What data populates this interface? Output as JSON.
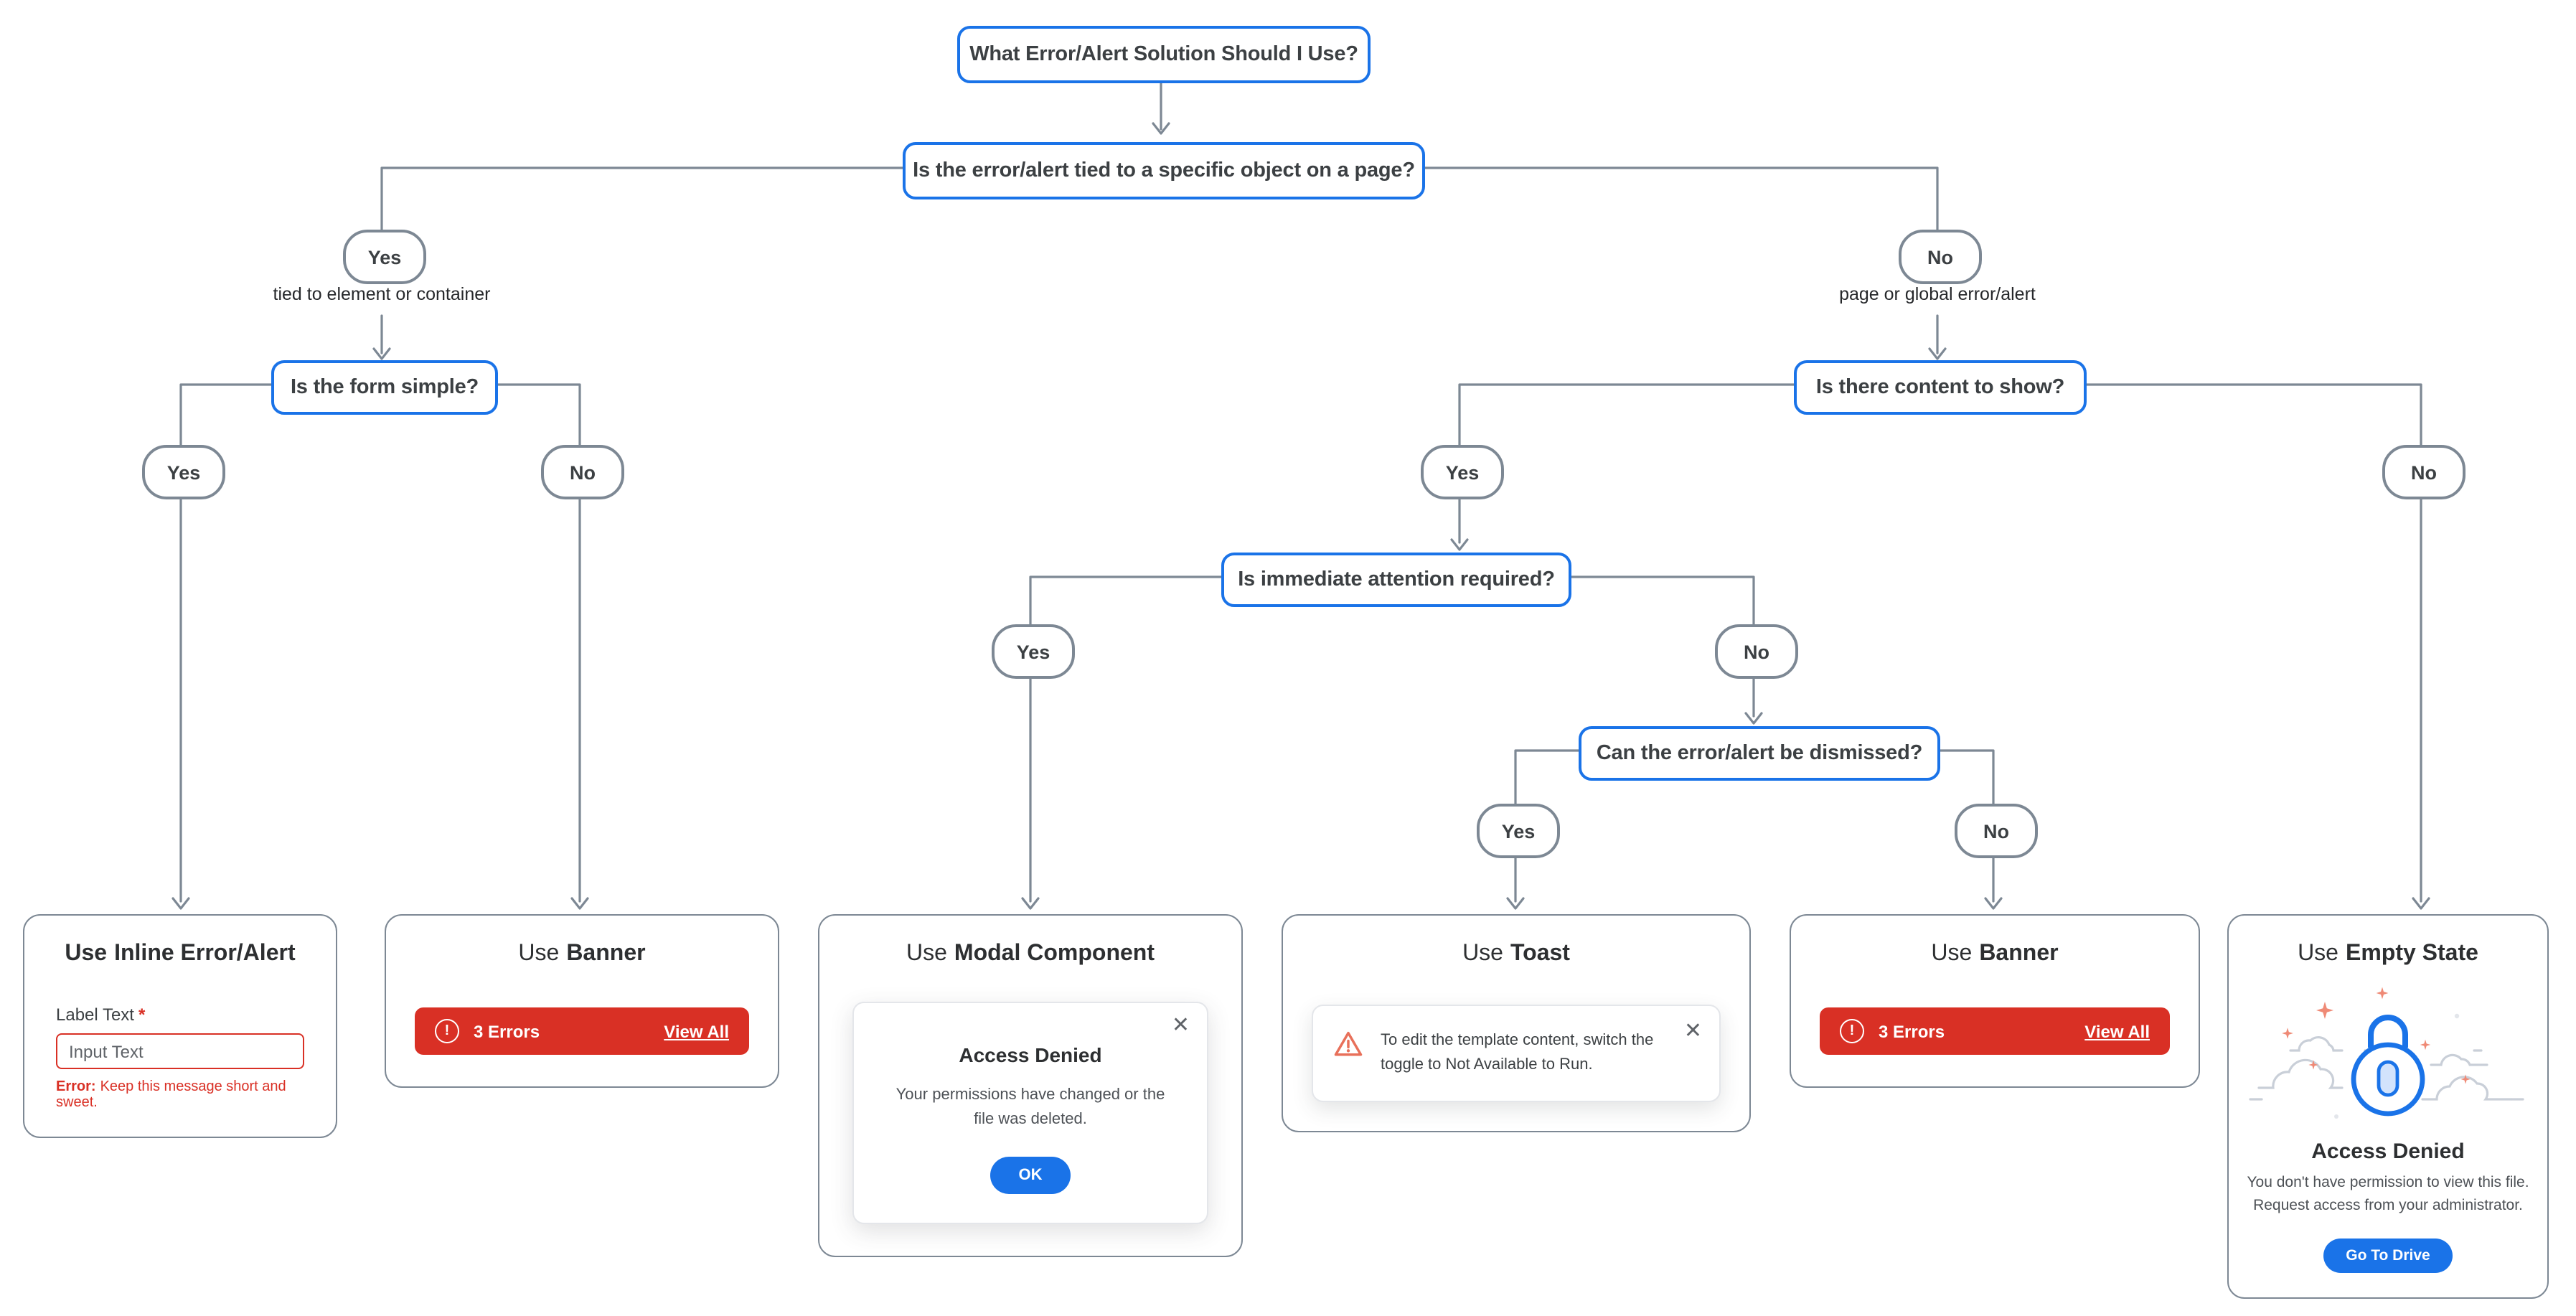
{
  "diagram": {
    "title": "What Error/Alert Solution Should I Use?",
    "questions": {
      "tied": "Is the error/alert tied to a specific object on a page?",
      "form_simple": "Is the form simple?",
      "content_show": "Is there content to show?",
      "attention": "Is immediate attention required?",
      "dismiss": "Can the error/alert be dismissed?"
    },
    "answers": {
      "yes": "Yes",
      "no": "No"
    },
    "captions": {
      "tied": "tied to element or container",
      "global": "page or global error/alert"
    }
  },
  "cards": {
    "inline": {
      "title_prefix": "Use",
      "title_name": "Inline Error/Alert",
      "field_label": "Label Text",
      "required_mark": "*",
      "input_placeholder": "Input Text",
      "error_prefix": "Error:",
      "error_text": "Keep this message short and sweet."
    },
    "banner": {
      "title_prefix": "Use",
      "title_name": "Banner",
      "badge_glyph": "!",
      "count_label": "3 Errors",
      "action_label": "View All"
    },
    "modal": {
      "title_prefix": "Use",
      "title_name": "Modal Component",
      "dialog_title": "Access Denied",
      "dialog_body": "Your permissions have changed or the file was deleted.",
      "ok_label": "OK"
    },
    "toast": {
      "title_prefix": "Use",
      "title_name": "Toast",
      "message": "To edit the template content, switch the toggle to Not Available to Run."
    },
    "empty": {
      "title_prefix": "Use",
      "title_name": "Empty State",
      "heading": "Access Denied",
      "body_line1": "You don't have permission to view this file.",
      "body_line2": "Request access from your administrator.",
      "button_label": "Go To Drive"
    }
  },
  "icons": {
    "close": "✕"
  },
  "colors": {
    "accent_blue": "#1a73e8",
    "error_red": "#d93025",
    "warning_coral": "#e8705a",
    "line_gray": "#7d8894"
  }
}
